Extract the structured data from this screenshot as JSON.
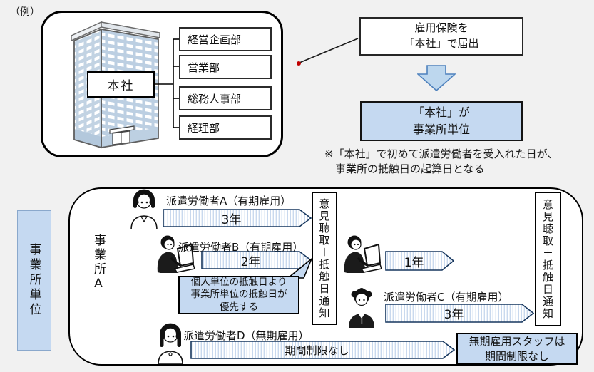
{
  "example_label": "（例）",
  "head_office": {
    "label": "本社",
    "departments": [
      "経営企画部",
      "営業部",
      "総務人事部",
      "経理部"
    ]
  },
  "insurance_box": {
    "line1": "雇用保険を",
    "line2": "「本社」で届出"
  },
  "unit_result_box": {
    "line1": "「本社」が",
    "line2": "事業所単位"
  },
  "footnote": {
    "line1": "※「本社」で初めて派遣労働者を受入れた日が、",
    "line2": "事業所の抵触日の起算日となる"
  },
  "establishment_unit_label": "事業所単位",
  "office": {
    "name": "事業所A",
    "opinion_notice": "意見聴取＋抵触日通知",
    "workers": [
      {
        "label": "派遣労働者A（有期雇用）",
        "duration": "3年"
      },
      {
        "label": "派遣労働者B（有期雇用）",
        "duration": "2年"
      },
      {
        "label": "",
        "duration": "1年"
      },
      {
        "label": "派遣労働者C（有期雇用）",
        "duration": "3年"
      },
      {
        "label": "派遣労働者D（無期雇用）",
        "duration": "期間制限なし"
      }
    ],
    "priority_note": {
      "line1": "個人単位の抵触日より",
      "line2": "事業所単位の抵触日が",
      "line3": "優先する"
    },
    "unlimited_note": {
      "line1": "無期雇用スタッフは",
      "line2": "期間制限なし"
    }
  },
  "colors": {
    "accent_fill": "#c5d9f1",
    "big_arrow_fill": "#bdd7ee",
    "big_arrow_border": "#4e81bd",
    "arrow_stripe": "#c9d9ee",
    "arrow_border": "#17375e",
    "red_dot": "#c00000",
    "background": "#f1f1f1"
  }
}
